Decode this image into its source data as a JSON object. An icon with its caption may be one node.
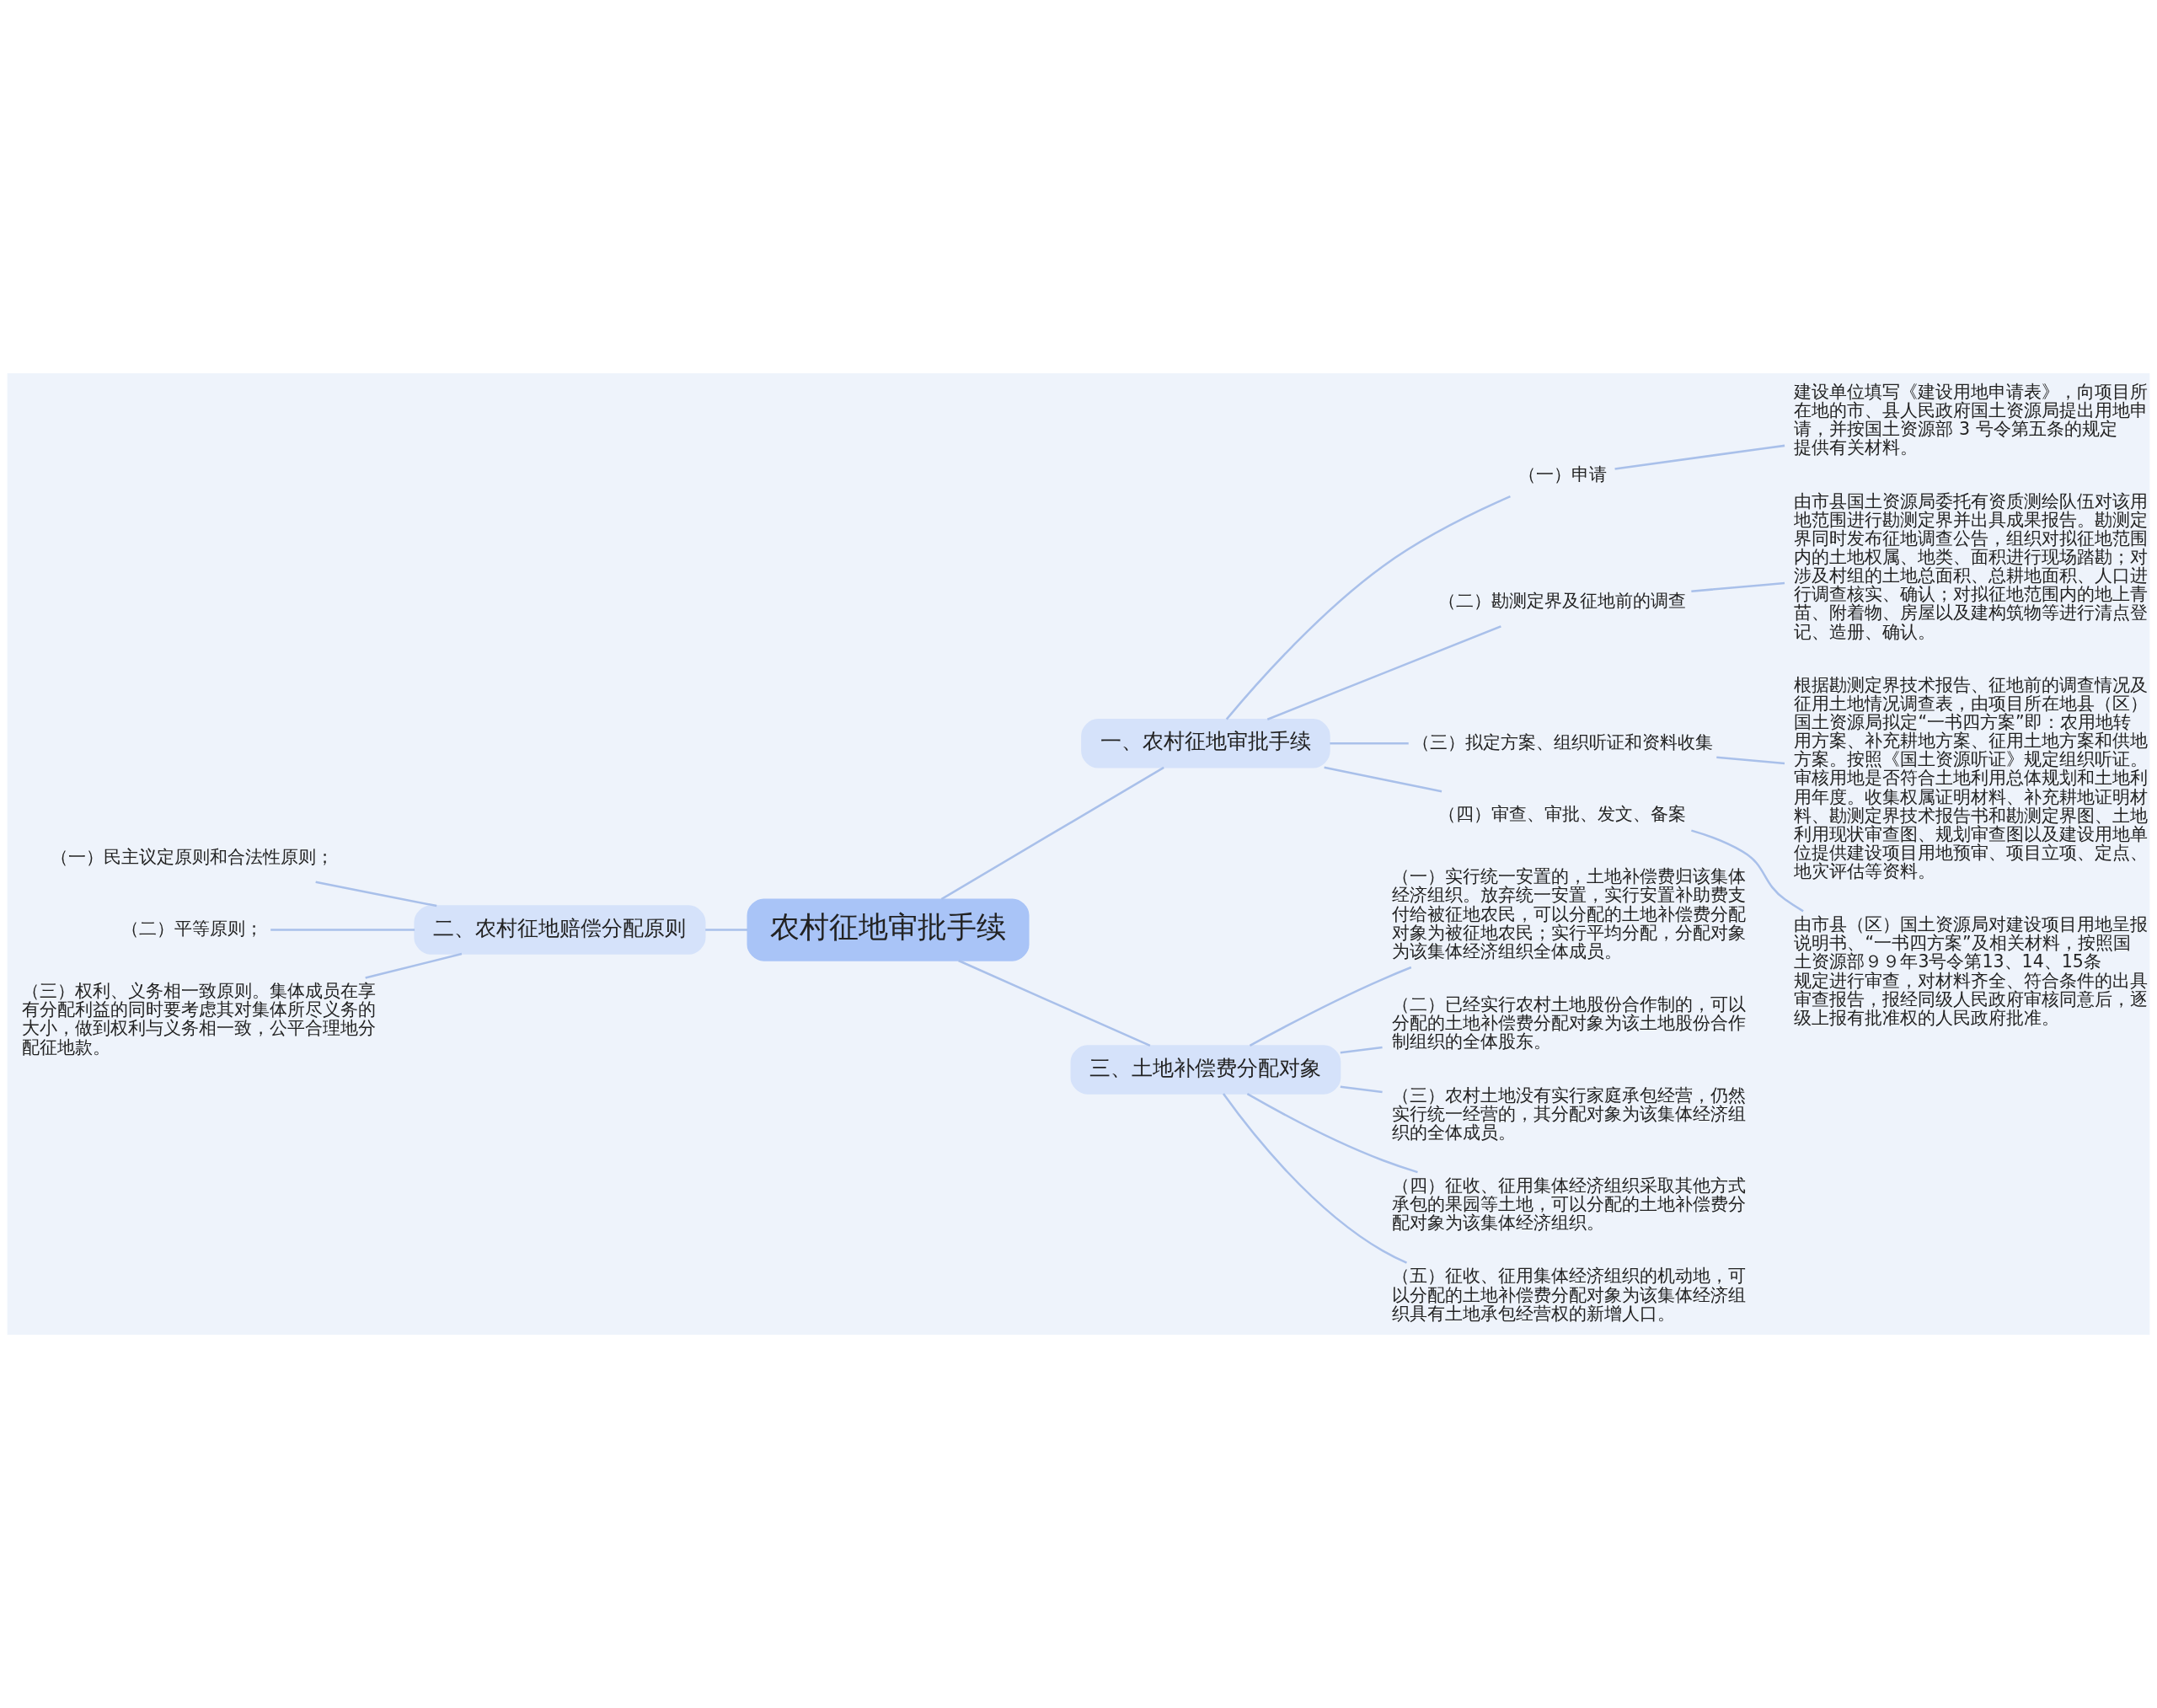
{
  "diagram": {
    "nodes": [
      {
        "text": [
          "农村征地审批手续"
        ]
      },
      {
        "text": [
          "一、农村征地审批手续"
        ]
      },
      {
        "text": [
          "（一）申请"
        ]
      },
      {
        "text": [
          "建设单位填写《建设用地申请表》，向项目所在地的市、县人民政府国土资源局提出用地申请，并按国土资源部 3 号令第五条的规定提供有关材料。"
        ]
      },
      {
        "text": [
          "（二）勘测定界及征地前的调查"
        ]
      },
      {
        "text": [
          "由市县国土资源局委托有资质测绘队伍对该用地范围进行勘测定界并出具成果报告。勘测定界同时发布征地调查公告，组织对拟征地范围内的土地权属、地类、面积进行现场踏勘；对涉及村组的土地总面积、总耕地面积、人口进行调查核实、确认；对拟征地范围内的地上青苗、附着物、房屋以及建构筑物等进行清点登记、造册、确认。"
        ]
      },
      {
        "text": [
          "（三）拟定方案、组织听证和资料收集"
        ]
      },
      {
        "text": [
          "根据勘测定界技术报告、征地前的调查情况及征用土地情况调查表，由项目所在地县（区）国土资源局拟定“一书四方案”即：农用地转用方案、补充耕地方案、征用土地方案和供地方案。按照《国土资源听证》规定组织听证。审核用地是否符合土地利用总体规划和土地利用年度。收集权属证明材料、补充耕地证明材料、勘测定界技术报告书和勘测定界图、土地利用现状审查图、规划审查图以及建设用地单位提供建设项目用地预审、项目立项、定点、地灾评估等资料。"
        ]
      },
      {
        "text": [
          "（四）审查、审批、发文、备案"
        ]
      },
      {
        "text": [
          "由市县（区）国土资源局对建设项目用地呈报说明书、“一书四方案”及相关材料，按照国土资源部９９年3号令第13、14、15条规定进行审查，对材料齐全、符合条件的出具审查报告，报经同级人民政府审核同意后，逐级上报有批准权的人民政府批准。"
        ]
      },
      {
        "text": [
          "二、农村征地赔偿分配原则"
        ]
      },
      {
        "text": [
          "（一）民主议定原则和合法性原则；"
        ]
      },
      {
        "text": [
          "（二）平等原则；"
        ]
      },
      {
        "text": [
          "（三）权利、义务相一致原则。集体成员在享有分配利益的同时要考虑其对集体所尽义务的大小，做到权利与义务相一致，公平合理地分配征地款。"
        ]
      },
      {
        "text": [
          "三、土地补偿费分配对象"
        ]
      },
      {
        "text": [
          "（一）实行统一安置的，土地补偿费归该集体经济组织。放弃统一安置，实行安置补助费支付给被征地农民，可以分配的土地补偿费分配对象为被征地农民；实行平均分配，分配对象为该集体经济组织全体成员。"
        ]
      },
      {
        "text": [
          "（二）已经实行农村土地股份合作制的，可以分配的土地补偿费分配对象为该土地股份合作制组织的全体股东。"
        ]
      },
      {
        "text": [
          "（三）农村土地没有实行家庭承包经营，仍然实行统一经营的，其分配对象为该集体经济组织的全体成员。"
        ]
      },
      {
        "text": [
          "（四）征收、征用集体经济组织采取其他方式承包的果园等土地，可以分配的土地补偿费分配对象为该集体经济组织。"
        ]
      },
      {
        "text": [
          "（五）征收、征用集体经济组织的机动地，可以分配的土地补偿费分配对象为该集体经济组织具有土地承包经营权的新增人口。"
        ]
      }
    ],
    "edges": [
      {
        "from": 0,
        "to": 1,
        "arrow": "none"
      },
      {
        "from": 1,
        "to": 2,
        "arrow": "none"
      },
      {
        "from": 2,
        "to": 3,
        "arrow": "none"
      },
      {
        "from": 1,
        "to": 4,
        "arrow": "none"
      },
      {
        "from": 4,
        "to": 5,
        "arrow": "none"
      },
      {
        "from": 1,
        "to": 6,
        "arrow": "none"
      },
      {
        "from": 6,
        "to": 7,
        "arrow": "none"
      },
      {
        "from": 1,
        "to": 8,
        "arrow": "none"
      },
      {
        "from": 8,
        "to": 9,
        "arrow": "none"
      },
      {
        "from": 10,
        "to": 0,
        "arrow": "none"
      },
      {
        "from": 11,
        "to": 10,
        "arrow": "none"
      },
      {
        "from": 12,
        "to": 10,
        "arrow": "none"
      },
      {
        "from": 13,
        "to": 10,
        "arrow": "none"
      },
      {
        "from": 0,
        "to": 14,
        "arrow": "none"
      },
      {
        "from": 14,
        "to": 15,
        "arrow": "none"
      },
      {
        "from": 14,
        "to": 16,
        "arrow": "none"
      },
      {
        "from": 14,
        "to": 17,
        "arrow": "none"
      },
      {
        "from": 14,
        "to": 18,
        "arrow": "none"
      },
      {
        "from": 14,
        "to": 19,
        "arrow": "none"
      }
    ]
  }
}
